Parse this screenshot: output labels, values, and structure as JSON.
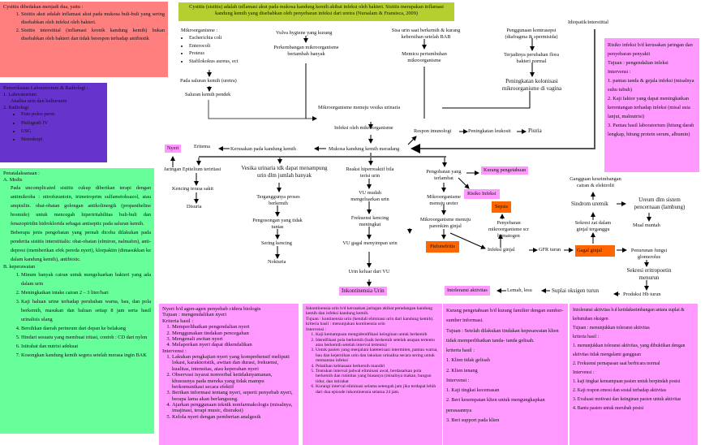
{
  "colors": {
    "red": "#ff7f7f",
    "purple": "#6633cc",
    "green": "#66ff99",
    "olive": "#b5cf30",
    "pink": "#ff99ff",
    "orange": "#ff6600"
  },
  "types_box": {
    "title": "Cystitis dibedakan menjadi dua, yaitu :",
    "items": [
      "Sistitis akut adalah inflamasi akut pada mukosa buli-buli yang sering disebabkan oleh infeksi oleh bakteri.",
      "Sistitis interstitial (inflamasi kronik kandung kemih) bukan disebabkan oleh bakteri dan tidak berespon terhadap antibiotik"
    ]
  },
  "lab_box": {
    "title": "Pemeriksaan Laboratorium & Radiologi :",
    "lab": "1. Laboratorium",
    "lab_sub": "Analisa urin dan kulturunin",
    "rad": "2. Radiologi",
    "rad_items": [
      "Foto polos perut",
      "Pielografi IV",
      "USG",
      "Sistoskopi"
    ]
  },
  "mgmt_box": {
    "title": "Penatalaksanaan :",
    "a": "A. Medis",
    "a_p1": "Pada uncomplicated sistitis cukup diberikan terapi dengan antimikroba : nitrofurantoin, trimetroprim sulfametoksazol, atau ampisilin. obat-obatan golongan antikolinergik (propantheline bromide) untuk mencegah hiperiritabilitas buli-buli dan fenazopiridin hidroklorida sebagai antiseptic pada saluran kemih.",
    "a_p2": "Beberapa jenis pengobatan yang pernah dicoba dilakukan pada penderita sistitis interstitialis: obat-obatan (elmiron, nalmafen), anti-depresi (memberikan efek pereda nyeri), klorpaktin (dimasukkan ke dalam kandung kemih), antibiotic.",
    "b": "B. keperawatan",
    "b_items": [
      "Minum banyak cairan untuk mengeluarkan bakteri yang ada dalam urin",
      "Meningkatkan intake cairan 2 – 3 liter/hari",
      "Kaji haluan urine terhadap perubahan warna, bau, dan pola berkemih, masukan dan haluan setiap 8 jam serta hasil urinalisis ulang",
      "Bersihkan daerah perineum dari depan ke belakang",
      "Hindari sesuatu yang membuat iritasi, contoh : CD dari nylon",
      "Istirahat dan nutrisi adekuat",
      "Kosongkan kandung kemih segera setelah merasa ingin BAK"
    ]
  },
  "definition": "Cystitis (sistitis) adalah inflamasi akut pada mukosa kandung kemih akibat infeksi oleh bakteri. Sistitis merupakan inflamasi kandung kemih yang disebabkan oleh penyebaran infeksi dari uretra (Nursalam & Fransisca, 2009)",
  "micro": {
    "title": "Mikroorganisme :",
    "items": [
      "Escherichia coli",
      "Enterocoli",
      "Proteus",
      "Stafilokokus aureus, ect"
    ]
  },
  "nodes": {
    "saluran_uretra": "Pada saluran kemih (uretra)",
    "saluran_pendek": "Saluran kemih pendek",
    "vulva": "Vulva hygiene yang kurang",
    "perkembangan": "Perkembangan mikroorganisme bertambah banyak",
    "sisa_urin": "Sisa urin saat berkemih & kurang kebersihan setelah BAB",
    "memicu": "Memicu pertumbuhan mikroorganisme",
    "kontrasepsi": "Penggunaan kontrasepsi (diafragma & spermisida)",
    "flora": "Terjadinya perubahan flora bakteri normal",
    "kolonisasi": "Peningkatan kolonisasi mikroorganisme di vagina",
    "idiopatik": "Idiopatik/interstitial",
    "menuju_vesika": "Mikroorganisme menuju vesika urinaria",
    "infeksi": "Infeksi oleh mikroorganisme",
    "respon": "Respon imunologi",
    "leukosit": "Peningkatan leukosit",
    "piuria": "Piuria",
    "mukosa": "Mukosa kandung kemih meradang",
    "kerusakan": "Kerusakan pada kandung kemih",
    "eritema": "Eritema",
    "nyeri": "Nyeri",
    "jaringan": "Jaringan Epitelium teriritasi",
    "kencing_sakit": "Kencing terasa sakit",
    "disuria": "Disuria",
    "vesika": "Vesika urinaria tdk dapat menampung urin dlm jumlah  banyak",
    "terganggu": "Terganggunya proses berkemih",
    "pengosongan": "Pengosongan yang tidak tuntas",
    "sering": "Sering kencing",
    "nokturia": "Nokturia",
    "reaksi": "Reaksi hiperreaktif bila terisi urin",
    "vu_mudah": "VU mudah mengeluarkan urin",
    "frekuensi": "Frekuensi kencing meningkat",
    "vu_gagal": "VU gagal menyimpan urin",
    "urin_keluar": "Urin keluar dari VU",
    "inkontinensia": "Inkontinensia Urin",
    "pengobatan": "Pengobatan yang terlambat",
    "kurang_peng": "Kurang pengetahuan",
    "risiko": "Risiko Infeksi",
    "ureter": "Mikroorganisme menuju ureter",
    "parenkim": "Mikroorganisme menuju parenkim ginjal",
    "pielo": "Pielonefritis",
    "sepsis": "Sepsis",
    "penyebaran": "Penyebaran mikroorganisme scr hematogen",
    "infeksi_ginjal": "Infeksi ginjal",
    "gfr": "GFR turun",
    "gagal": "Gagal ginjal",
    "sekresi_zat": "Sekresi zat dalam ginjal terganggu",
    "sindrom": "Sindrom uremik",
    "gangguan": "Gangguan keseimbangan cairan & elektrolit",
    "ureum": "Ureum dlm sistem pencernaan (lambung)",
    "mual": "Mual muntah",
    "penurunan": "Penurunan fungsi glomerolus",
    "eritropoetin": "Sekresi eritropoetin menurun",
    "hb": "Produksi Hb turun",
    "suplai": "Suplai oksigen turun",
    "lemah": "Lemah, lesu",
    "intoleransi": "Intoleransi aktivitas"
  },
  "risk_box": {
    "title": "Risiko infeksi b/d kerusakan jaringan dan penyebaran penyakit",
    "goal": "Tujuan : pengendalian infeksi",
    "int": "Intervensi :",
    "items": [
      "1. pantau tanda & gejala infeksi (misalnya suhu tubuh)",
      "2. Kaji faktor yang dapat meningkatkan kerentangan terhadap infeksi (misal usia lanjut, malnutrisi)",
      "3. Pantau hasil laboratorium (hitung darah lengkap, hitung protein serum, albumin)"
    ]
  },
  "pain_box": {
    "title": "Nyeri b/d  agen-agen penyebab cidera biologis",
    "goal": "Tujuan : mengendalikan nyeri",
    "crit": "Kriteria hasil :",
    "crit_items": [
      "Memperlihatkan pengendalian nyeri",
      "Menggunakan tindakan pencegahan",
      "Mengenali awitan nyeri",
      "Melaporkan nyeri dapat dikendalikan"
    ],
    "int": "Intervensi :",
    "int_items": [
      "Lakukan pengkajian nyeri yang komprehensif meliputi lokasi, karakteristik, awitan dan durasi, frekuensi, kualitas, intensitas, atau keperahan nyeri",
      "Observasi isyarat nonverbal ketidaknyamanan, khususnya pada mereka yang tidak mampu berkomunikasi secara efektif",
      "Berikan informasi tentang nyeri, seperti penyebab nyeri, berapa lama akan berlangsung.",
      "Ajarkan penggunaan teknik nonfarmakologis (misalnya, imajinasi, terapi music, distraksi)",
      "Kelola nyeri dengan pemberian analgesik"
    ]
  },
  "incont_box": {
    "title": "Inkontinensia urin b/d kerusakan jaringan akibat peradangan kandung kemih dan infeksi kandung kemih.",
    "goal": "Tujuan : kontinensia urin (kendali eliminasi urin dari kandung kemih).",
    "crit": "kriteria hasil : menunjukan kontinensia urin",
    "int": "Intervensi :",
    "items": [
      "Kaji kemampuan mengidentifikasi keinginan untuk berkemih",
      "Identifikasi pola berkemih (baik berkemih setelah asupan tertentu atau berkemih setelah interval tertentu)",
      "Untuk pasien yang menjalani kateterisasi intermiten, pantau warna, bau dan kejernihan urin dan lakukan urinalisa secara sering untuk memantau infeksi",
      "Pelatihan kebiasaan berkemih mandiri",
      "Tentukan interval jadwal eliminasi awal, berdasarkan pola berkemih dan rutinitas yang biasanya (misalnya makan, bangun tidur, dan istirahat",
      "Kurangi interval eliminasi selama setengah jam jika terdapat lebih dari dua episode inkontinensia selama 24 jam."
    ]
  },
  "know_box": {
    "title": "Kurang pengetahuan b/d kurang familier dengan sumber-sumber informasi.",
    "goal": "Tujuan : Setelah dilakukan tindakan kepesawatan klien tidak memperlihatkan tanda- tanda gelisah.",
    "crit": "kriteria hasil :",
    "crit_items": [
      "1. Klien tidak gelisah",
      "2. Klien tenang"
    ],
    "int": "Intervensi :",
    "int_items": [
      "1. Kaji tingkat kecemasan",
      "2. Beri kesempatan klien untuk mengungkapkan perasaannya",
      "3. Beri support pada klien"
    ]
  },
  "act_box": {
    "title": "Intoleransi aktivitas b.d ketidakseimbangan antara suplai & kebutuhan oksigen",
    "goal": "Tujuan : menunjukkan toleransi aktivitas",
    "crit": "kriteria hasil :",
    "crit_items": [
      "1.  menunjukkan toleransi aktivitas, yang dibuktikan dengan aktivitas tidak mengalami gangguan",
      "2.  Frekuensi pernapasan saat berbicara normal"
    ],
    "int": "Intervensi :",
    "int_items": [
      "1.  kaji tingkat kemampuan pasien untuk berpindah posisi",
      "2.  Kaji respon emosi dan sosial terhadap aktivitas",
      "3.  Evaluasi motivasi dan keinginan pasien untuk aktivitas",
      "4.  Bantu pasien untuk merubah posisi"
    ]
  }
}
